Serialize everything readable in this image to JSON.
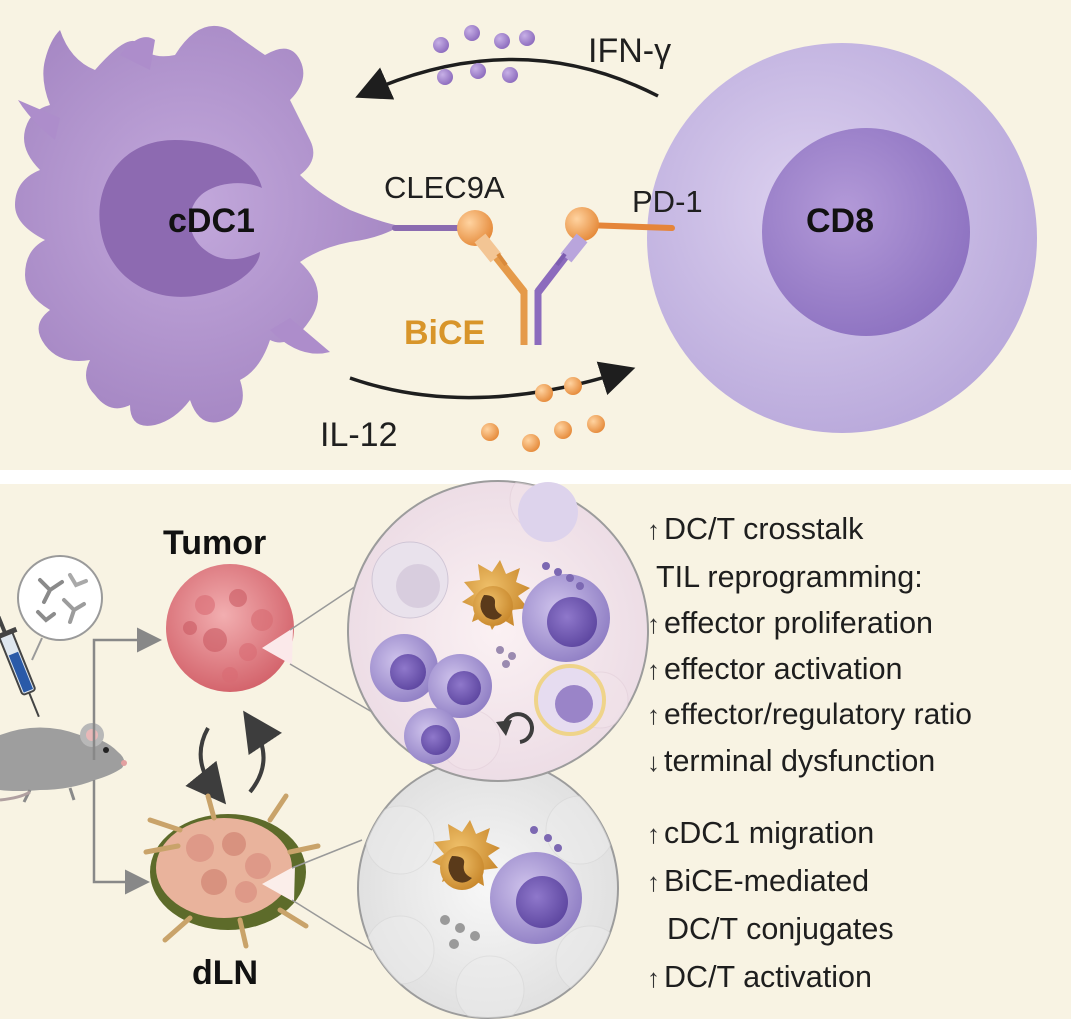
{
  "colors": {
    "panel_bg": "#f8f3e3",
    "dc_purple": "#a98ac6",
    "cd8_purple": "#b7a7da",
    "orange": "#e79a4a",
    "gold": "#d9a53e",
    "tumor_pink": "#e3858b",
    "lymph_green": "#5d6b2a"
  },
  "labels": {
    "ifn": "IFN-γ",
    "il12": "IL-12",
    "cdc1": "cDC1",
    "cd8": "CD8",
    "clec9a": "CLEC9A",
    "pd1": "PD-1",
    "bice": "BiCE",
    "tumor": "Tumor",
    "dln": "dLN"
  },
  "tumor_effects": [
    {
      "arrow": "↑",
      "text": "DC/T crosstalk"
    },
    {
      "arrow": "",
      "text": "TIL reprogramming:"
    },
    {
      "arrow": "↑",
      "text": "effector proliferation"
    },
    {
      "arrow": "↑",
      "text": "effector activation"
    },
    {
      "arrow": "↑",
      "text": "effector/regulatory ratio"
    },
    {
      "arrow": "↓",
      "text": "terminal dysfunction"
    }
  ],
  "dln_effects": [
    {
      "arrow": "↑",
      "text": "cDC1 migration"
    },
    {
      "arrow": "↑",
      "text": "BiCE-mediated"
    },
    {
      "arrow": "",
      "text": "DC/T conjugates"
    },
    {
      "arrow": "↑",
      "text": "DC/T activation"
    }
  ],
  "icons": [
    "syringe-icon",
    "mouse-icon",
    "antibody-icon",
    "recycle-arrow-icon"
  ]
}
